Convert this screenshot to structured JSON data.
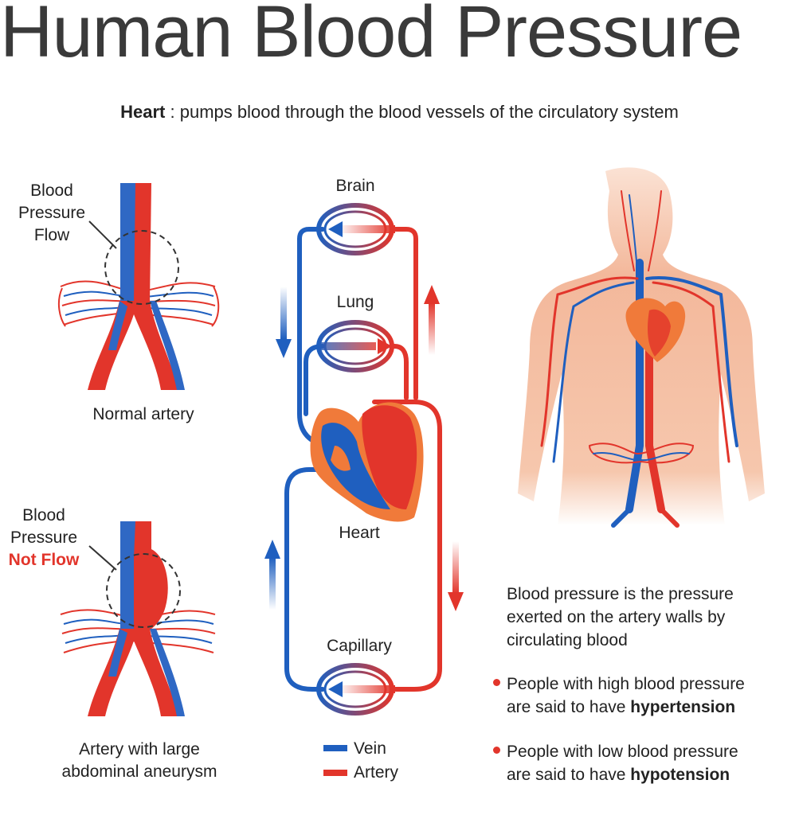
{
  "title": "Human Blood Pressure",
  "subtitle": {
    "bold": "Heart",
    "rest": " : pumps blood through the blood vessels of the circulatory system"
  },
  "left": {
    "top_label_line1": "Blood",
    "top_label_line2": "Pressure",
    "top_label_line3": "Flow",
    "top_caption": "Normal artery",
    "bottom_label_line1": "Blood",
    "bottom_label_line2": "Pressure",
    "bottom_label_line3": "Not Flow",
    "bottom_caption_line1": "Artery with large",
    "bottom_caption_line2": "abdominal aneurysm"
  },
  "circuit": {
    "brain": "Brain",
    "lung": "Lung",
    "heart": "Heart",
    "capillary": "Capillary"
  },
  "legend": [
    {
      "label": "Vein",
      "color": "#1f5fbf"
    },
    {
      "label": "Artery",
      "color": "#e2352b"
    }
  ],
  "info": {
    "definition_line1": "Blood pressure is the pressure",
    "definition_line2": "exerted on the artery walls by",
    "definition_line3": "circulating blood",
    "bullets": [
      {
        "line1": "People with high blood pressure",
        "line2_pre": "are said to have ",
        "line2_bold": "hypertension"
      },
      {
        "line1": "People with low blood pressure",
        "line2_pre": "are said to have ",
        "line2_bold": "hypotension"
      }
    ]
  },
  "colors": {
    "vein": "#1f5fbf",
    "artery": "#e2352b",
    "skin": "#f6c7ad",
    "heart": "#f07a3a"
  }
}
